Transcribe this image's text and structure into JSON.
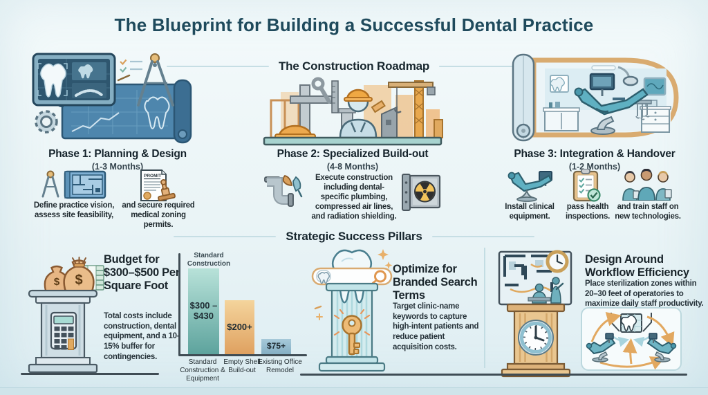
{
  "title": "The Blueprint for Building a Successful Dental Practice",
  "roadmap": {
    "heading": "The Construction Roadmap",
    "phase1": {
      "title": "Phase 1: Planning & Design",
      "duration": "(1-3 Months)",
      "caption_left": "Define practice vision, assess site feasibility,",
      "caption_right": "and secure required medical zoning permits.",
      "permit_label": "PROMIT"
    },
    "phase2": {
      "title": "Phase 2: Specialized Build-out",
      "duration": "(4-8 Months)",
      "caption": "Execute construction including dental-specific plumbing, compressed air lines, and radiation shielding."
    },
    "phase3": {
      "title": "Phase 3: Integration & Handover",
      "duration": "(1-2 Months)",
      "caption_equipment": "Install clinical equipment.",
      "caption_inspections": "pass health inspections.",
      "caption_training": "and train staff on new technologies."
    }
  },
  "pillars": {
    "heading": "Strategic Success Pillars",
    "budget": {
      "title": "Budget for $300–$500 Per Square Foot",
      "body": "Total costs include construction, dental equipment, and a 10-15% buffer for contingencies."
    },
    "search": {
      "title": "Optimize for Branded Search Terms",
      "body": "Target clinic-name keywords to capture high-intent patients and reduce patient acquisition costs."
    },
    "workflow": {
      "title": "Design Around Workflow Efficiency",
      "body": "Place sterilization zones within 20–30 feet of operatories to maximize daily staff productivity."
    }
  },
  "chart_data": {
    "type": "bar",
    "title": "Standard Construction",
    "unit": "cost per square foot (USD)",
    "categories": [
      "Standard Construction & Equipment",
      "Empty Shell Build-out",
      "Existing Office Remodel"
    ],
    "values": [
      430,
      200,
      75
    ],
    "value_labels": [
      "$300 –\n$430",
      "$200+",
      "$75+"
    ],
    "height_fracs": [
      1.0,
      0.63,
      0.18
    ],
    "bar_colors": [
      "#63a8a2",
      "#e9b778",
      "#92b9cd"
    ],
    "axis_color": "#3f4c54",
    "ylim": [
      0,
      430
    ],
    "grid": false,
    "legend": false
  },
  "colors": {
    "background": "#e9f3f6",
    "title_text": "#1f4a5c",
    "heading_text": "#17262e",
    "body_text": "#232f36",
    "accent_orange": "#e0a95f",
    "blueprint_blue": "#4e86ad",
    "pillar_teal": "#cfe9ec",
    "tower_tan": "#e6c08c",
    "divider": "#c3dde3"
  }
}
